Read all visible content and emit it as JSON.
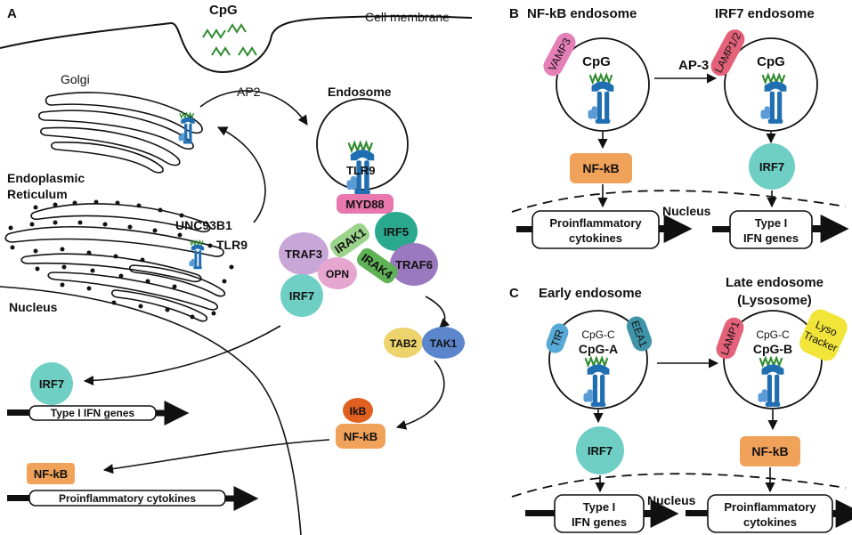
{
  "panels": {
    "a": "A",
    "b": "B",
    "c": "C"
  },
  "panel_a": {
    "cpg": "CpG",
    "cell_membrane": "Cell membrane",
    "golgi": "Golgi",
    "ap2": "AP2",
    "endosome": "Endosome",
    "er_line1": "Endoplasmic",
    "er_line2": "Reticulum",
    "unc93b1": "UNC93B1",
    "tlr9_er": "TLR9",
    "tlr9_endo": "TLR9",
    "nucleus": "Nucleus",
    "myd88": "MYD88",
    "irak1": "IRAK1",
    "irf5": "IRF5",
    "traf3": "TRAF3",
    "irak4": "IRAK4",
    "traf6": "TRAF6",
    "opn": "OPN",
    "irf7": "IRF7",
    "tab2": "TAB2",
    "tak1": "TAK1",
    "ikb": "IkB",
    "nfkb": "NF-kB",
    "irf7_out": "IRF7",
    "type1_ifn": "Type I IFN genes",
    "nfkb_out": "NF-kB",
    "proinflammatory": "Proinflammatory cytokines"
  },
  "panel_b": {
    "nfkb_endosome": "NF-kB endosome",
    "irf7_endosome": "IRF7 endosome",
    "vamp3": "VAMP3",
    "cpg_left": "CpG",
    "ap3": "AP-3",
    "lamp12": "LAMP1/2",
    "cpg_right": "CpG",
    "nfkb": "NF-kB",
    "irf7": "IRF7",
    "nucleus": "Nucleus",
    "pro_line1": "Proinflammatory",
    "pro_line2": "cytokines",
    "ifn_line1": "Type I",
    "ifn_line2": "IFN genes"
  },
  "panel_c": {
    "early_endosome": "Early endosome",
    "late_line1": "Late endosome",
    "late_line2": "(Lysosome)",
    "tfr": "TfR",
    "cpgc_left": "CpG-C",
    "cpga": "CpG-A",
    "eea1": "EEA1",
    "lamp1": "LAMP1",
    "cpgc_right": "CpG-C",
    "cpgb": "CpG-B",
    "lyso1": "Lyso",
    "lyso2": "Tracker",
    "irf7": "IRF7",
    "nfkb": "NF-kB",
    "nucleus": "Nucleus",
    "ifn_line1": "Type I",
    "ifn_line2": "IFN genes",
    "pro_line1": "Proinflammatory",
    "pro_line2": "cytokines"
  },
  "colors": {
    "tlr_blue": "#1f6fb2",
    "tlr_light": "#5b9bd5",
    "cpg_green": "#2e8b2e",
    "myd88": "#e877ad",
    "irak1": "#9bd48a",
    "irf5": "#2aa98f",
    "traf3": "#c9a6d8",
    "irak4": "#5fb356",
    "traf6": "#9a79c0",
    "opn": "#e6a6cf",
    "irf7": "#6fcfc4",
    "tab2": "#ecd36b",
    "tak1": "#5b86cc",
    "ikb": "#e0601f",
    "nfkb": "#f1a25a",
    "vamp3": "#e57fb8",
    "lamp": "#e4617a",
    "eea1": "#3f94a8",
    "tfr": "#57a9d6",
    "lyso": "#f2e53a"
  }
}
